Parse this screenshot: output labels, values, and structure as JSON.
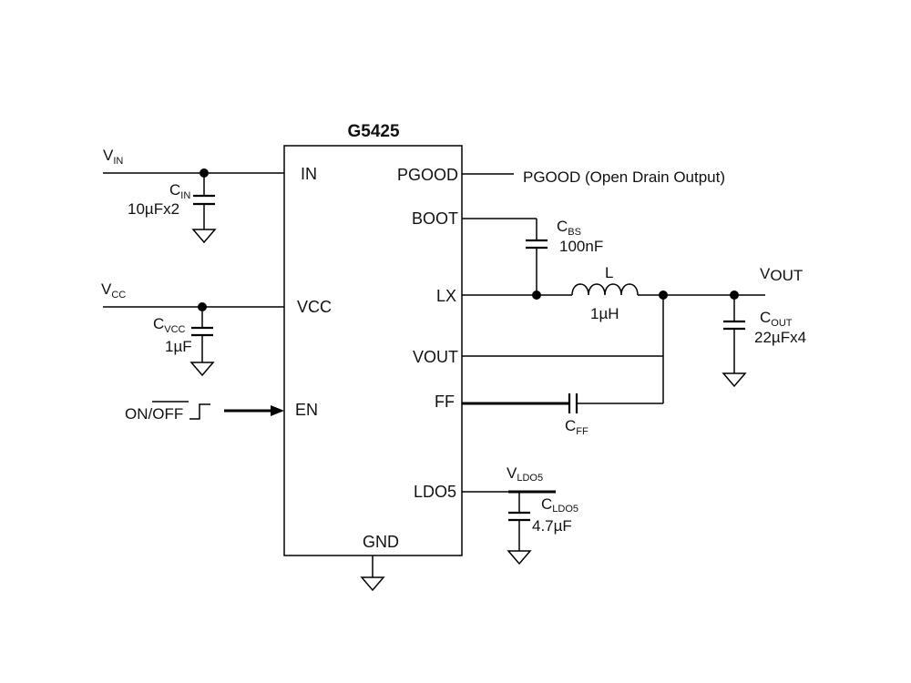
{
  "chip": {
    "name": "G5425",
    "pins_left": {
      "in": "IN",
      "vcc": "VCC",
      "en": "EN"
    },
    "pins_right": {
      "pgood": "PGOOD",
      "boot": "BOOT",
      "lx": "LX",
      "vout": "VOUT",
      "ff": "FF",
      "ldo5": "LDO5"
    },
    "pin_bottom": {
      "gnd": "GND"
    }
  },
  "nets": {
    "vin": {
      "main": "V",
      "sub": "IN"
    },
    "vcc": {
      "main": "V",
      "sub": "CC"
    },
    "vout": {
      "main": "V",
      "sub": "OUT"
    },
    "vldo5": {
      "main": "V",
      "sub": "LDO5"
    },
    "pgood_label": "PGOOD (Open Drain Output)",
    "en_signal": {
      "on": "ON/",
      "off": "OFF"
    }
  },
  "components": {
    "cin": {
      "main": "C",
      "sub": "IN",
      "value": "10µFx2"
    },
    "cvcc": {
      "main": "C",
      "sub": "VCC",
      "value": "1µF"
    },
    "cbs": {
      "main": "C",
      "sub": "BS",
      "value": "100nF"
    },
    "inductor": {
      "name": "L",
      "value": "1µH"
    },
    "cout": {
      "main": "C",
      "sub": "OUT",
      "value": "22µFx4"
    },
    "cff": {
      "main": "C",
      "sub": "FF"
    },
    "cldo5": {
      "main": "C",
      "sub": "LDO5",
      "value": "4.7µF"
    }
  }
}
